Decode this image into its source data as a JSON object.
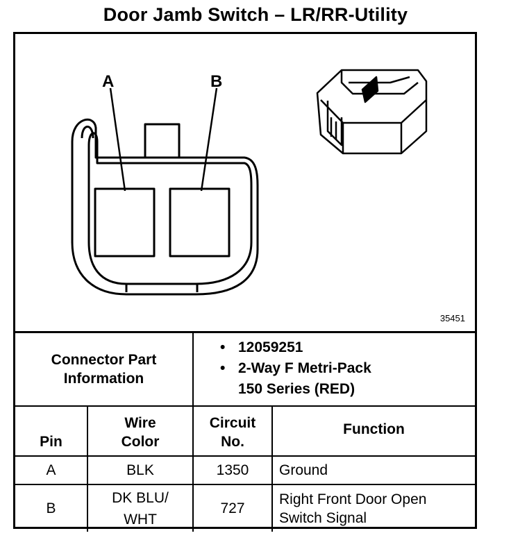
{
  "title": "Door Jamb Switch – LR/RR-Utility",
  "diagram": {
    "pin_label_a": "A",
    "pin_label_b": "B",
    "figure_number": "35451"
  },
  "connector_part": {
    "label_line1": "Connector Part",
    "label_line2": "Information",
    "items": [
      "12059251",
      "2-Way F Metri-Pack",
      "150 Series (RED)"
    ]
  },
  "headers": {
    "pin": "Pin",
    "wire_color_1": "Wire",
    "wire_color_2": "Color",
    "circuit_1": "Circuit",
    "circuit_2": "No.",
    "function": "Function"
  },
  "rows": [
    {
      "pin": "A",
      "wire_1": "BLK",
      "wire_2": "",
      "circuit": "1350",
      "function_1": "Ground",
      "function_2": ""
    },
    {
      "pin": "B",
      "wire_1": "DK BLU/",
      "wire_2": "WHT",
      "circuit": "727",
      "function_1": "Right Front Door Open",
      "function_2": "Switch Signal"
    }
  ]
}
